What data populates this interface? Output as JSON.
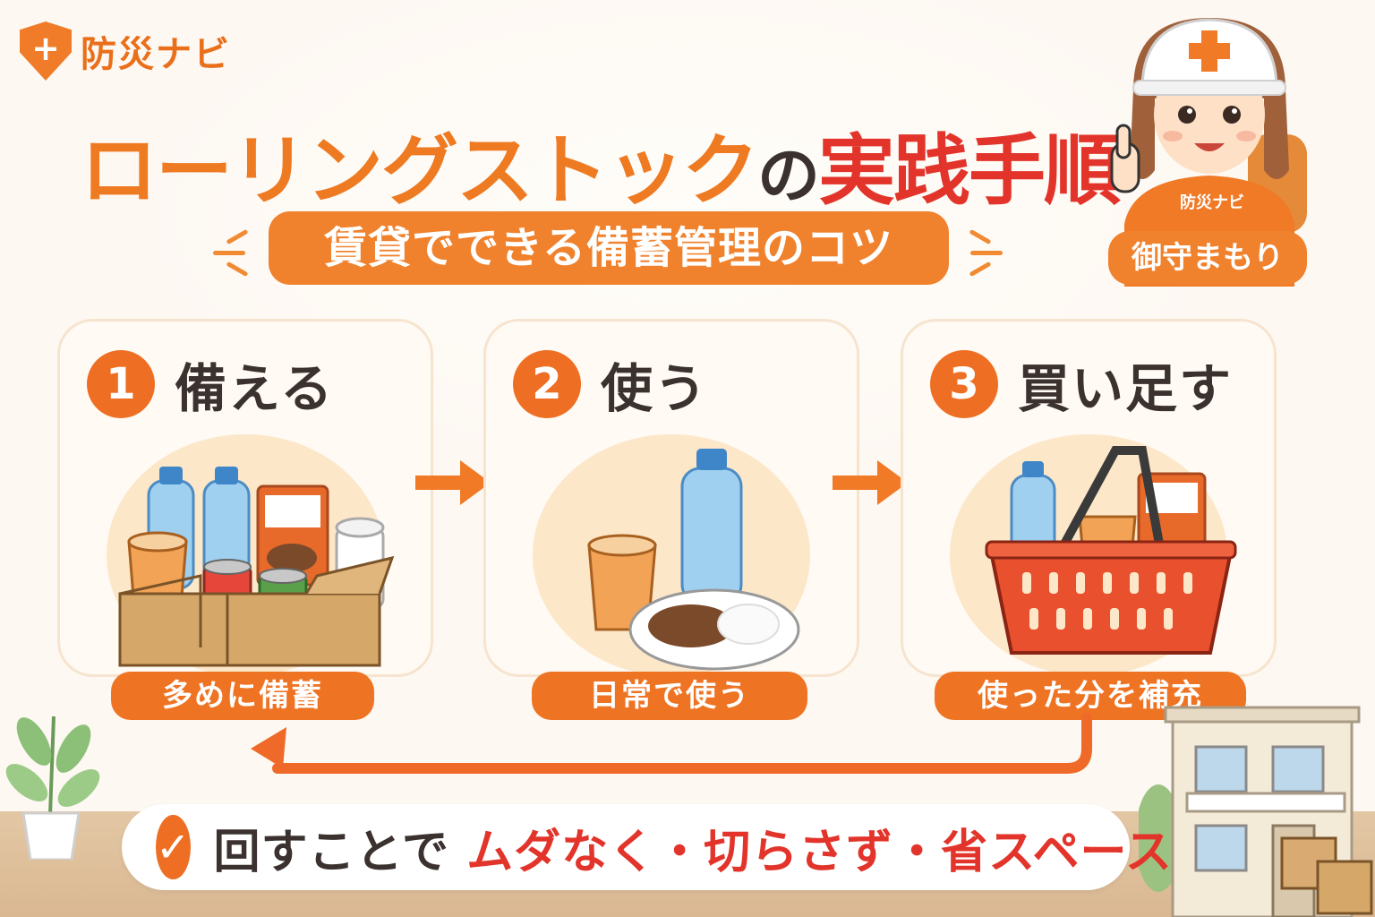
{
  "logo": {
    "icon": "shield-plus-icon",
    "text": "防災ナビ"
  },
  "title": {
    "part1": "ローリングストック",
    "part2": "の",
    "part3": "実践手順"
  },
  "subtitle": "賃貸でできる備蓄管理のコツ",
  "mascot": {
    "name": "御守まもり",
    "vest_text": "防災ナビ"
  },
  "steps": [
    {
      "number": "1",
      "title": "備える",
      "caption": "多めに備蓄"
    },
    {
      "number": "2",
      "title": "使う",
      "caption": "日常で使う"
    },
    {
      "number": "3",
      "title": "買い足す",
      "caption": "使った分を補充"
    }
  ],
  "banner": {
    "icon": "check-icon",
    "lead": "回すことで",
    "highlight": "ムダなく・切らさず・省スペース"
  },
  "colors": {
    "accent": "#ee7424",
    "red": "#e2342a",
    "text": "#3b3230"
  }
}
